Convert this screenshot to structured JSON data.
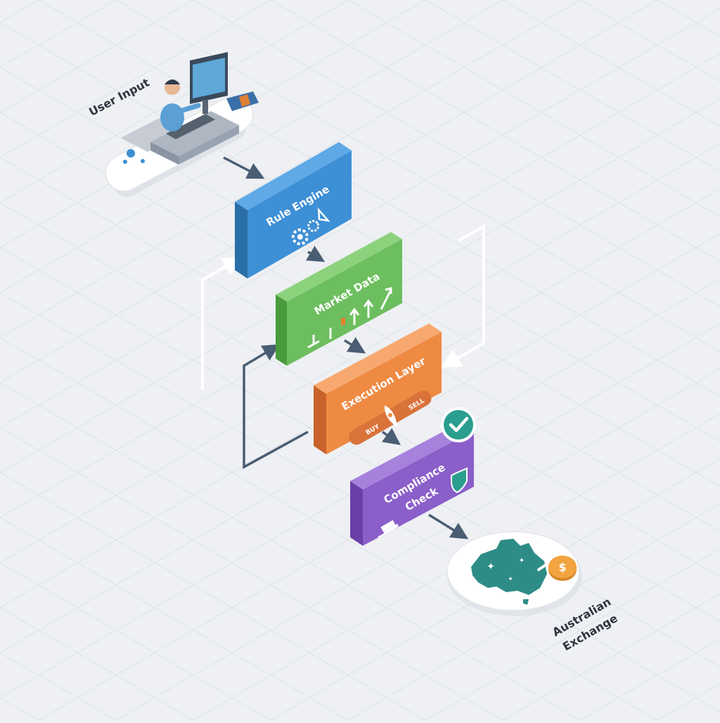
{
  "labels": {
    "user_input": "User Input",
    "rule_engine": "Rule Engine",
    "market_data": "Market Data",
    "execution_layer": "Execution Layer",
    "execution_buy": "BUY",
    "execution_sell": "SELL",
    "compliance_line1": "Compliance",
    "compliance_line2": "Check",
    "exchange_line1": "Australian",
    "exchange_line2": "Exchange"
  },
  "colors": {
    "background": "#eef0f3",
    "grid": "#dde1e7",
    "rule_engine": "#3d8fd6",
    "market_data": "#6dbe5f",
    "execution_layer": "#ef8a43",
    "compliance_check": "#8b5fc9",
    "connector": "#4a5d73",
    "check_badge": "#2b9e8f",
    "australia": "#2e8c86",
    "coin": "#f1a43f"
  },
  "icons": {
    "user_input": "person-at-desk-icon",
    "rule_engine": "gears-icon",
    "market_data": "trend-arrows-icon",
    "execution_layer": "rocket-icon",
    "compliance_check": "shield-icon",
    "compliance_badge": "checkmark-badge-icon",
    "compliance_gavel": "gavel-icon",
    "exchange": "australia-map-icon",
    "exchange_coin": "dollar-coin-icon"
  }
}
